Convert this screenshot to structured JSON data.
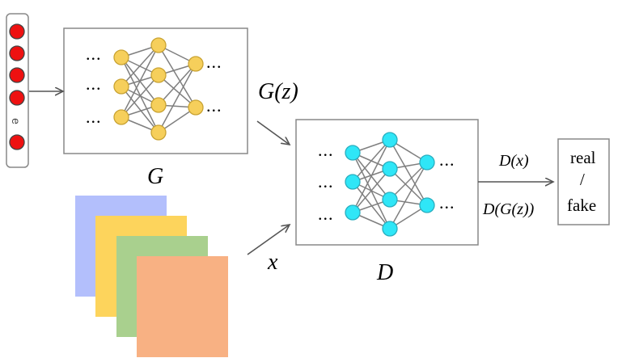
{
  "noise": {
    "glyph": "e"
  },
  "generator": {
    "label": "G",
    "output_label": "G(z)",
    "ellipsis": "..."
  },
  "discriminator": {
    "label": "D",
    "ellipsis": "...",
    "output_real_label": "D(x)",
    "output_fake_label": "D(G(z))"
  },
  "data": {
    "label": "x"
  },
  "result": {
    "line1": "real",
    "line2": "/",
    "line3": "fake"
  },
  "colors": {
    "noise_node": "#ee1111",
    "gen_node": "#f6cf5b",
    "disc_node": "#2fe6f7",
    "edge": "#7f7f7f",
    "frame": "#7f7f7f",
    "img_blue": "#b3bffc",
    "img_yellow": "#fdd45c",
    "img_green": "#a9d08e",
    "img_orange": "#f8b183"
  }
}
